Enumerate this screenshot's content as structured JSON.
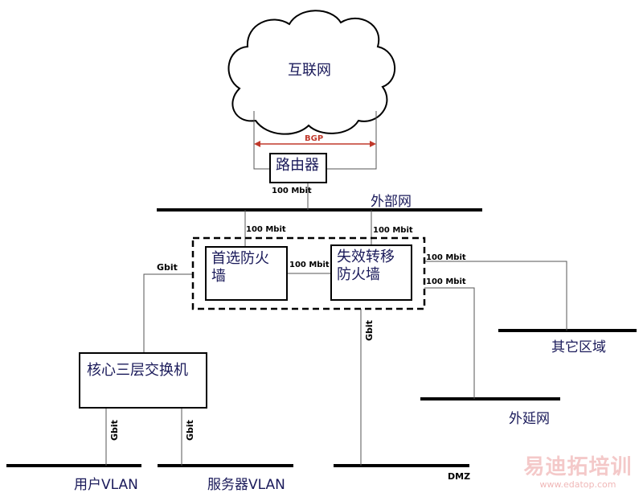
{
  "nodes": {
    "internet": "互联网",
    "router": "路由器",
    "primary_firewall": "首选防火墙",
    "failover_firewall": "失效转移防火墙",
    "core_switch": "核心三层交换机"
  },
  "networks": {
    "external": "外部网",
    "other_zone": "其它区域",
    "extranet": "外延网",
    "user_vlan": "用户VLAN",
    "server_vlan": "服务器VLAN",
    "dmz": "DMZ"
  },
  "links": {
    "bgp": "BGP",
    "router_external": "100 Mbit",
    "primary_external": "100 Mbit",
    "failover_external": "100 Mbit",
    "fw_interlink": "100 Mbit",
    "fw_other_zone": "100 Mbit",
    "fw_extranet": "100 Mbit",
    "core_fw": "Gbit",
    "fw_dmz": "Gbit",
    "core_user": "Gbit",
    "core_server": "Gbit"
  },
  "watermark": {
    "text": "易迪拓培训",
    "url": "www.edatop.com"
  },
  "colors": {
    "line": "#000000",
    "link_thin": "#555555",
    "bgp_arrow": "#c0392b",
    "node_text": "#1a1a5a",
    "watermark": "#f4c9c9"
  }
}
